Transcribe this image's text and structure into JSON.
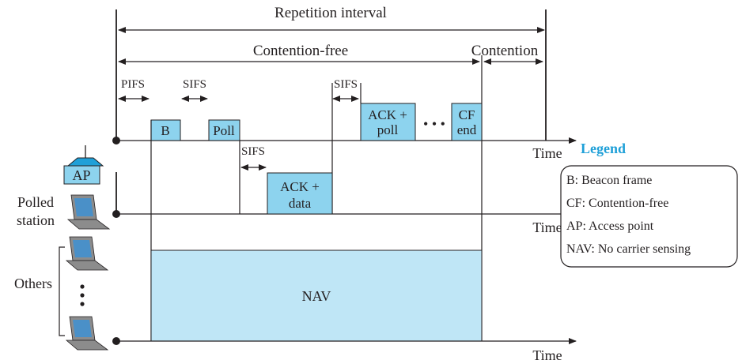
{
  "colors": {
    "frame_fill": "#8dd3ee",
    "nav_fill": "#bfe6f6",
    "ap_roof": "#1fa0d8",
    "legend_title": "#1fa0d8",
    "line": "#231f20",
    "laptop_body": "#8c8c8c",
    "laptop_screen": "#4a90c8"
  },
  "top": {
    "repetition_interval": "Repetition interval",
    "contention_free": "Contention-free",
    "contention": "Contention"
  },
  "intervals": {
    "pifs": "PIFS",
    "sifs_1": "SIFS",
    "sifs_2": "SIFS",
    "sifs_3": "SIFS"
  },
  "stations": {
    "ap": "AP",
    "polled_line1": "Polled",
    "polled_line2": "station",
    "others": "Others"
  },
  "frames": {
    "beacon": "B",
    "poll": "Poll",
    "ack_data_line1": "ACK +",
    "ack_data_line2": "data",
    "ack_poll_line1": "ACK +",
    "ack_poll_line2": "poll",
    "dots": "• • •",
    "cf_end_line1": "CF",
    "cf_end_line2": "end",
    "nav": "NAV"
  },
  "axis": {
    "time_ap": "Time",
    "time_polled": "Time",
    "time_others": "Time"
  },
  "legend": {
    "title": "Legend",
    "items": [
      "B: Beacon frame",
      "CF: Contention-free",
      "AP: Access point",
      "NAV: No carrier sensing"
    ]
  }
}
